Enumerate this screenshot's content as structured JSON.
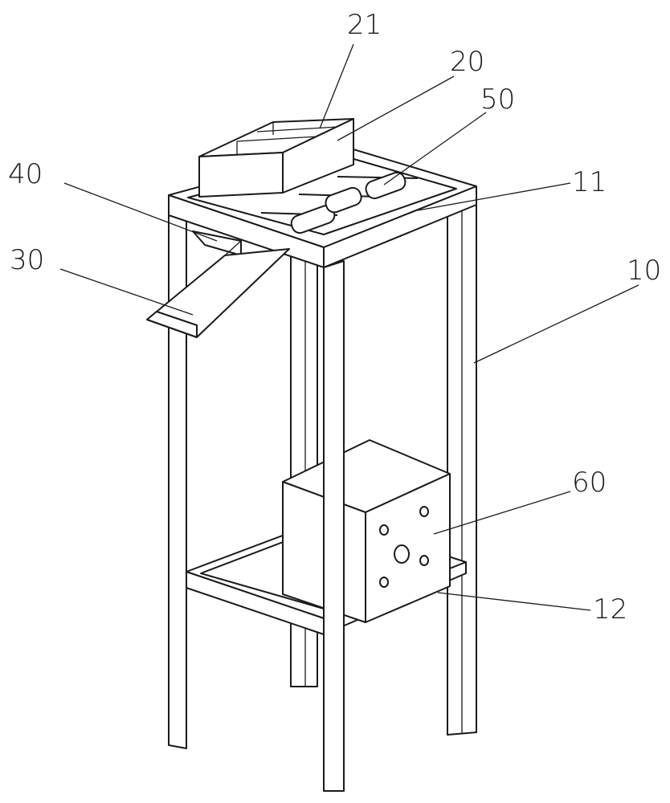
{
  "figure": {
    "labels": {
      "hopper_compartments": "21",
      "hopper": "20",
      "rollers": "50",
      "outlet": "40",
      "top_frame": "11",
      "chute": "30",
      "stand": "10",
      "motor_box": "60",
      "bottom_shelf": "12"
    }
  }
}
